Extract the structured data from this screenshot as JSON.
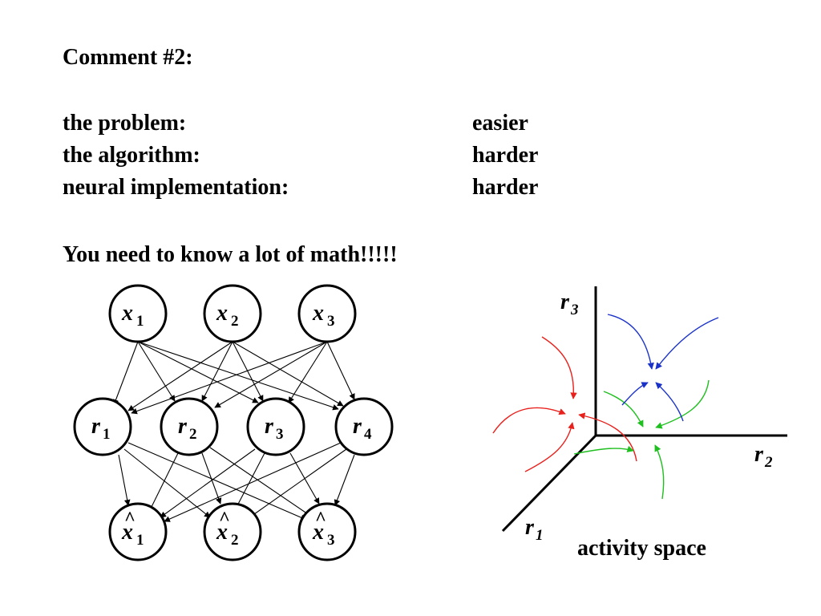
{
  "heading": "Comment #2:",
  "comparison_rows": [
    {
      "label": "the problem:",
      "value": "easier"
    },
    {
      "label": "the algorithm:",
      "value": "harder"
    },
    {
      "label": "neural implementation:",
      "value": "harder"
    }
  ],
  "conclusion": "You need to know a lot of math!!!!!",
  "network": {
    "input_nodes": [
      {
        "var": "x",
        "sub": "1"
      },
      {
        "var": "x",
        "sub": "2"
      },
      {
        "var": "x",
        "sub": "3"
      }
    ],
    "hidden_nodes": [
      {
        "var": "r",
        "sub": "1"
      },
      {
        "var": "r",
        "sub": "2"
      },
      {
        "var": "r",
        "sub": "3"
      },
      {
        "var": "r",
        "sub": "4"
      }
    ],
    "output_nodes": [
      {
        "var": "x",
        "sub": "1",
        "hat": "^"
      },
      {
        "var": "x",
        "sub": "2",
        "hat": "^"
      },
      {
        "var": "x",
        "sub": "3",
        "hat": "^"
      }
    ]
  },
  "activity_space": {
    "axis_r1": {
      "var": "r",
      "sub": "1"
    },
    "axis_r2": {
      "var": "r",
      "sub": "2"
    },
    "axis_r3": {
      "var": "r",
      "sub": "3"
    },
    "caption": "activity space",
    "colors": {
      "red": "#e8211c",
      "green": "#1fbf1f",
      "blue": "#1a32c8"
    }
  }
}
